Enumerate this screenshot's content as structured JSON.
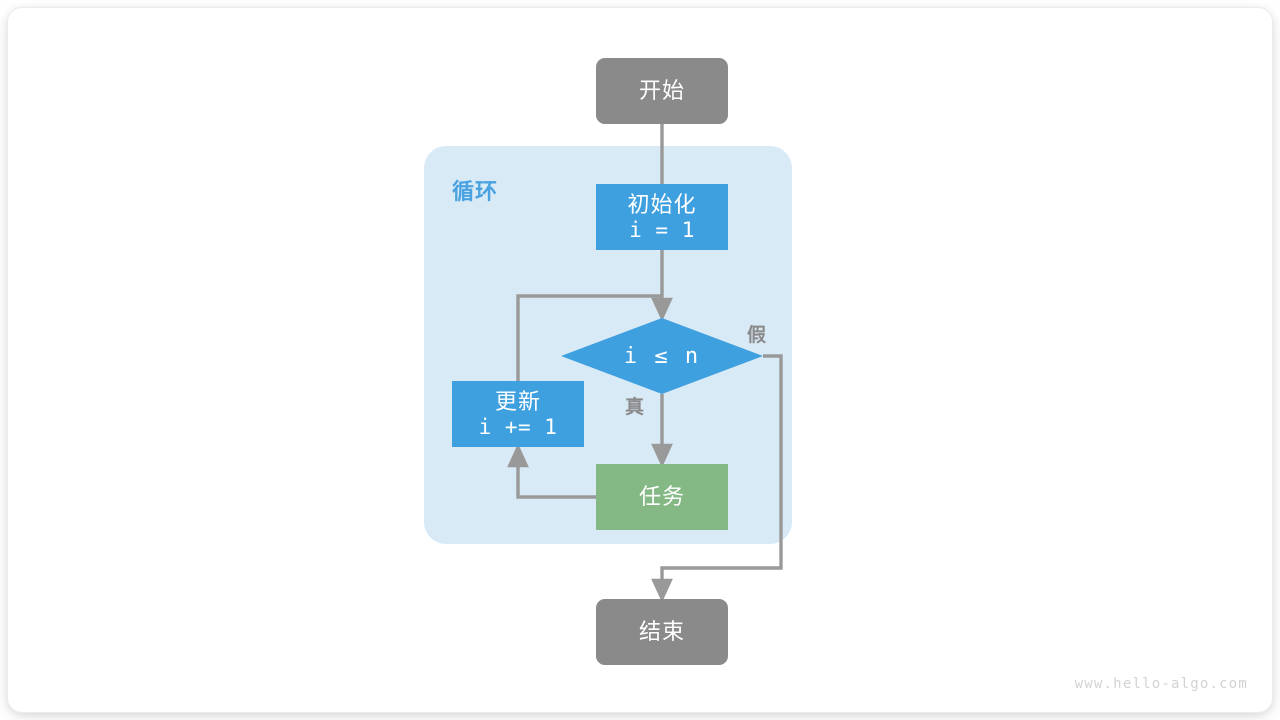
{
  "diagram": {
    "title": "for-loop-flowchart",
    "watermark": "www.hello-algo.com",
    "colors": {
      "terminal": "#8a8a8a",
      "process": "#3fa0e0",
      "task": "#84b986",
      "loop_background": "#d9eaf7",
      "loop_label": "#4aa3e0",
      "connector": "#999999",
      "node_text": "#ffffff",
      "watermark": "#d2d2d2",
      "canvas": "#ffffff"
    },
    "loop_group": {
      "label": "循环"
    },
    "nodes": [
      {
        "id": "start",
        "shape": "terminal",
        "line1": "开始",
        "line2": ""
      },
      {
        "id": "init",
        "shape": "process",
        "line1": "初始化",
        "line2": "i = 1"
      },
      {
        "id": "decision",
        "shape": "diamond",
        "line1": "i ≤ n",
        "line2": ""
      },
      {
        "id": "update",
        "shape": "process",
        "line1": "更新",
        "line2": "i += 1"
      },
      {
        "id": "task",
        "shape": "task",
        "line1": "任务",
        "line2": ""
      },
      {
        "id": "end",
        "shape": "terminal",
        "line1": "结束",
        "line2": ""
      }
    ],
    "branch_labels": {
      "true": "真",
      "false": "假"
    },
    "edges": [
      {
        "from": "start",
        "to": "init",
        "label": ""
      },
      {
        "from": "init",
        "to": "decision",
        "label": ""
      },
      {
        "from": "decision",
        "to": "task",
        "label": "真"
      },
      {
        "from": "decision",
        "to": "end",
        "label": "假"
      },
      {
        "from": "task",
        "to": "update",
        "label": ""
      },
      {
        "from": "update",
        "to": "decision",
        "label": ""
      }
    ]
  }
}
